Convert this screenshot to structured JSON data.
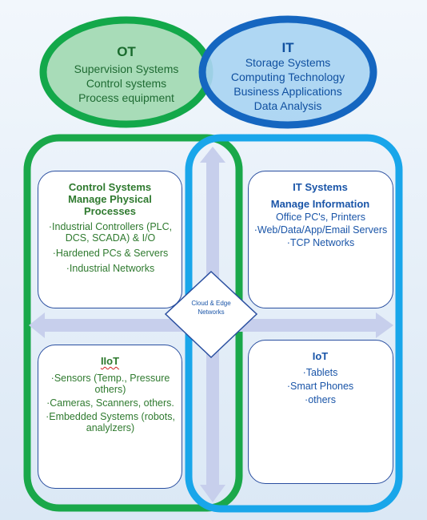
{
  "ot": {
    "title": "OT",
    "items": [
      "Supervision Systems",
      "Control systems",
      "Process equipment"
    ]
  },
  "it": {
    "title": "IT",
    "items": [
      "Storage Systems",
      "Computing Technology",
      "Business Applications",
      "Data Analysis"
    ]
  },
  "control_systems": {
    "title": "Control Systems",
    "subtitle": "Manage Physical Processes",
    "items": [
      "·Industrial Controllers (PLC, DCS, SCADA) & I/O",
      "·Hardened PCs & Servers",
      "·Industrial Networks"
    ]
  },
  "it_systems": {
    "title": "IT Systems",
    "subtitle": "Manage Information",
    "items": [
      "Office PC's, Printers",
      "·Web/Data/App/Email Servers",
      "·TCP Networks"
    ]
  },
  "iiot": {
    "title": "IIoT",
    "items": [
      "·Sensors (Temp., Pressure others)",
      "·Cameras, Scanners, others.",
      "·Embedded Systems (robots, analylzers)"
    ]
  },
  "iot": {
    "title": "IoT",
    "items": [
      "·Tablets",
      "·Smart Phones",
      "·others"
    ]
  },
  "center": {
    "label": "Cloud & Edge Networks"
  },
  "colors": {
    "ot_fill": "#a8dcb8",
    "ot_border": "#13a84a",
    "it_fill": "#a9d4f2",
    "it_border": "#1566c0",
    "green_frame": "#1aa84a",
    "blue_frame": "#19a6ea",
    "arrow": "#c7cfec"
  }
}
